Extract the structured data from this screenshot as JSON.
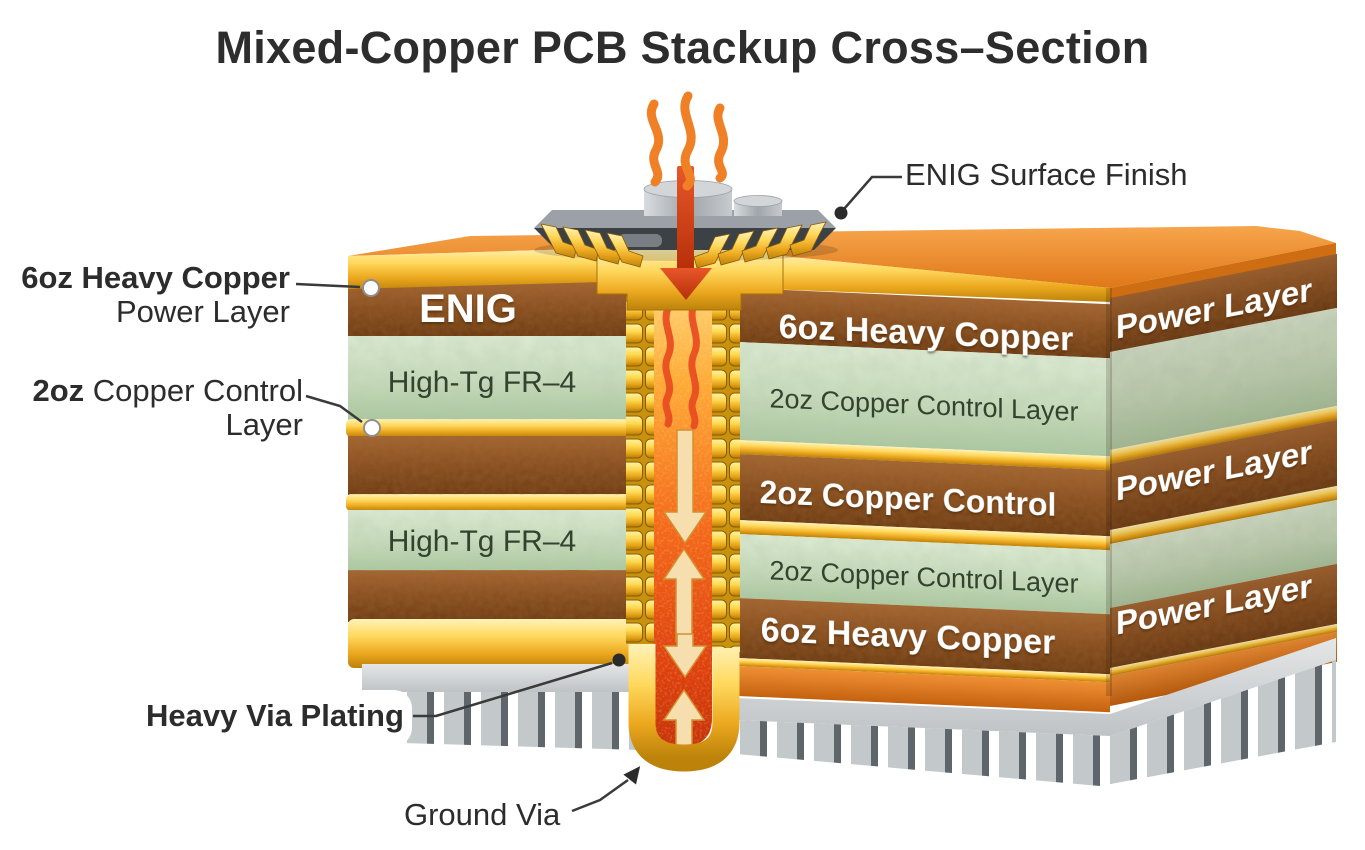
{
  "title": "Mixed-Copper PCB Stackup Cross–Section",
  "callouts": {
    "heavy_copper": {
      "line1": "6oz Heavy Copper",
      "line2": "Power Layer"
    },
    "copper_control": {
      "bold": "2oz",
      "rest": " Copper Control",
      "line2": "Layer"
    },
    "enig_surface": "ENIG Surface Finish",
    "via_plating": "Heavy Via Plating",
    "ground_via": "Ground Via"
  },
  "stack": {
    "left_face": {
      "surface_label": "ENIG",
      "dielectric_upper": "High-Tg FR–4",
      "dielectric_lower": "High-Tg FR–4"
    },
    "front_layers": [
      {
        "label": "6oz Heavy Copper",
        "material": "heavy-copper"
      },
      {
        "label": "2oz Copper Control Layer",
        "material": "dielectric"
      },
      {
        "label": "2oz Copper Control",
        "material": "copper"
      },
      {
        "label": "2oz Copper Control Layer",
        "material": "dielectric"
      },
      {
        "label": "6oz Heavy Copper",
        "material": "heavy-copper"
      }
    ],
    "side_labels": [
      "Power Layer",
      "Power Layer",
      "Power Layer"
    ]
  },
  "colors": {
    "copper_brown": "#8a4f1f",
    "dielectric_green": "#c9dcbd",
    "gold_plating": "#f2b92e",
    "surface_copper_orange": "#e8882c",
    "heat_red": "#d24312",
    "heatsink_gray": "#c6cacd",
    "background": "#ffffff",
    "label_text": "#2d2d2d"
  }
}
